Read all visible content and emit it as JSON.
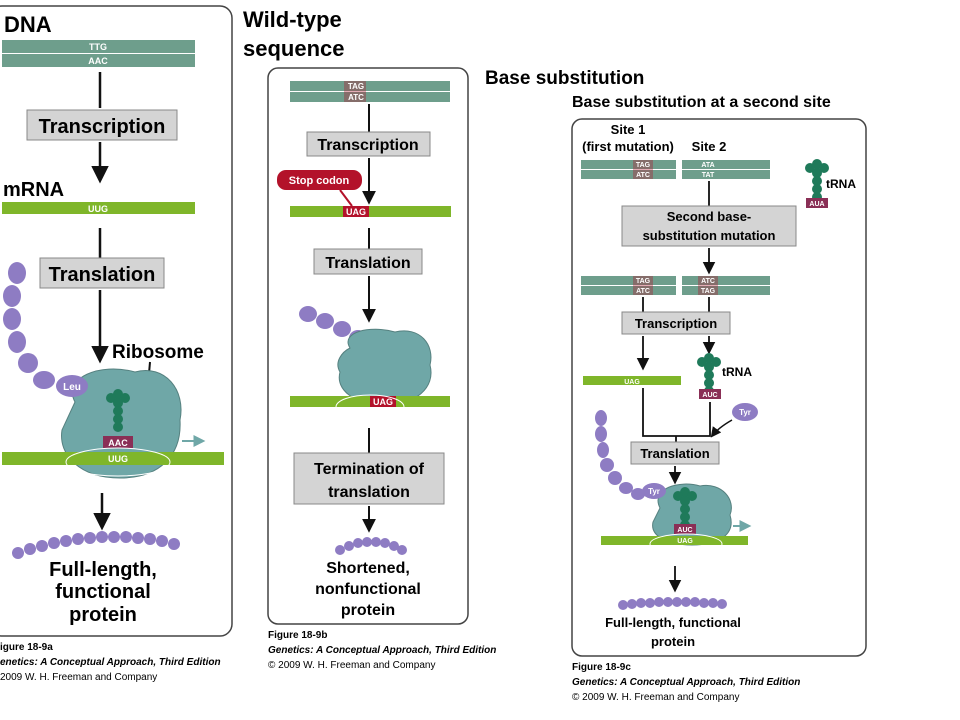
{
  "colors": {
    "dna": "#6e9e8c",
    "mrna": "#7fb62a",
    "box_fill": "#d4d4d4",
    "box_stroke": "#888888",
    "ribosome": "#6fa7a7",
    "amino_acid": "#8e7cc3",
    "trna": "#1f7a5a",
    "stop_red": "#b3122a",
    "anticodon": "#8a2f56"
  },
  "panel_a": {
    "dna_label": "DNA",
    "dna_top": "TTG",
    "dna_bottom": "AAC",
    "transcription": "Transcription",
    "mrna_label": "mRNA",
    "mrna_codon": "UUG",
    "translation": "Translation",
    "ribosome_label": "Ribosome",
    "amino_acid": "Leu",
    "anticodon": "AAC",
    "codon": "UUG",
    "result_line1": "Full-length,",
    "result_line2": "functional",
    "result_line3": "protein",
    "caption_fig": "igure 18-9a",
    "caption_book": "enetics: A Conceptual Approach, Third Edition",
    "caption_copy": "2009 W. H. Freeman and Company"
  },
  "panel_b": {
    "heading_line1": "Wild-type",
    "heading_line2": "sequence",
    "dna_top": "TAG",
    "dna_bottom": "ATC",
    "transcription": "Transcription",
    "stop_codon": "Stop codon",
    "mrna_codon": "UAG",
    "translation": "Translation",
    "codon": "UAG",
    "termination_line1": "Termination of",
    "termination_line2": "translation",
    "result_line1": "Shortened,",
    "result_line2": "nonfunctional",
    "result_line3": "protein",
    "caption_fig": "Figure 18-9b",
    "caption_book": "Genetics: A Conceptual Approach, Third Edition",
    "caption_copy": "© 2009 W. H. Freeman and Company"
  },
  "panel_c": {
    "heading1": "Base substitution",
    "heading2": "Base substitution at a second site",
    "site1_line1": "Site 1",
    "site1_line2": "(first mutation)",
    "site2": "Site 2",
    "dna1_top": "TAG",
    "dna1_bottom": "ATC",
    "dna2_top": "ATA",
    "dna2_bottom": "TAT",
    "trna_label": "tRNA",
    "trna_anticodon_top": "AUA",
    "second_line1": "Second base-",
    "second_line2": "substitution mutation",
    "dna3_top": "TAG",
    "dna3_bottom": "ATC",
    "dna4_top": "ATC",
    "dna4_bottom": "TAG",
    "transcription": "Transcription",
    "mrna_codon": "UAG",
    "trna_label2": "tRNA",
    "trna_anticodon": "AUC",
    "amino_acid_tyr": "Tyr",
    "translation": "Translation",
    "amino_acid_tyr2": "Tyr",
    "anticodon": "AUC",
    "codon": "UAG",
    "result_line1": "Full-length, functional",
    "result_line2": "protein",
    "caption_fig": "Figure 18-9c",
    "caption_book": "Genetics: A Conceptual Approach, Third Edition",
    "caption_copy": "© 2009 W. H. Freeman and Company"
  }
}
